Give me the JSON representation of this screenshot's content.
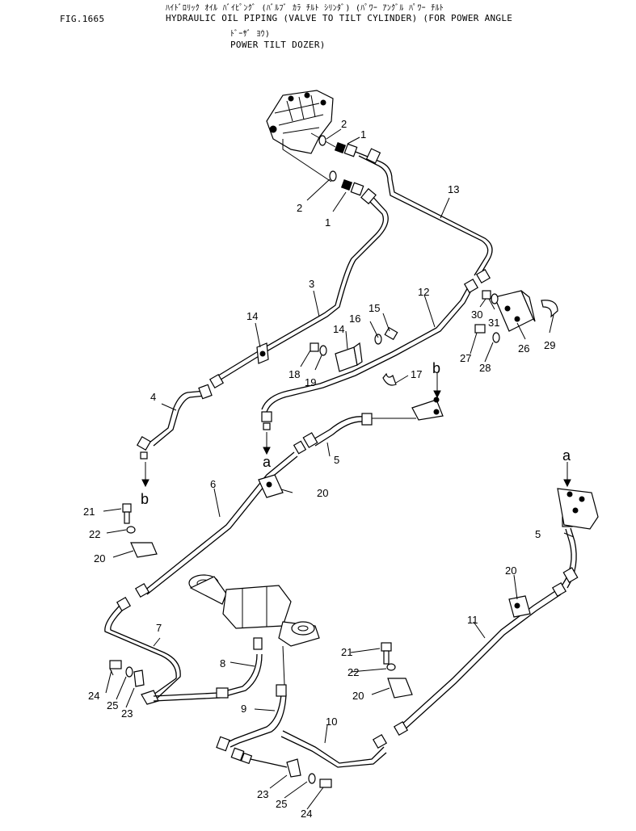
{
  "header": {
    "fig_no": "FIG.1665",
    "line1": "ﾊｲﾄﾞﾛﾘｯｸ ｵｲﾙ ﾊﾞｲﾋﾟﾝｸﾞ (ﾊﾞﾙﾌﾞ ｶﾗ ﾁﾙﾄ ｼﾘﾝﾀﾞ) (ﾊﾟﾜｰ ｱﾝｸﾞﾙ ﾊﾟﾜｰ ﾁﾙﾄ",
    "line2": "HYDRAULIC OIL PIPING (VALVE TO TILT CYLINDER) (FOR POWER ANGLE",
    "line3": "ﾄﾞｰｻﾞ ﾖｳ)",
    "line4": "POWER TILT DOZER)"
  },
  "callouts": {
    "c1a": "1",
    "c1b": "1",
    "c2a": "2",
    "c2b": "2",
    "c3": "3",
    "c4": "4",
    "c5a": "5",
    "c5b": "5",
    "c6": "6",
    "c7": "7",
    "c8": "8",
    "c9": "9",
    "c10": "10",
    "c11": "11",
    "c12": "12",
    "c13": "13",
    "c14a": "14",
    "c14b": "14",
    "c15": "15",
    "c16": "16",
    "c17": "17",
    "c18": "18",
    "c19": "19",
    "c20a": "20",
    "c20b": "20",
    "c20c": "20",
    "c20d": "20",
    "c21a": "21",
    "c21b": "21",
    "c22a": "22",
    "c22b": "22",
    "c23a": "23",
    "c23b": "23",
    "c24a": "24",
    "c24b": "24",
    "c25a": "25",
    "c25b": "25",
    "c26": "26",
    "c27": "27",
    "c28": "28",
    "c29": "29",
    "c30": "30",
    "c31": "31"
  },
  "connectors": {
    "a1": "a",
    "a2": "a",
    "b1": "b",
    "b2": "b"
  }
}
